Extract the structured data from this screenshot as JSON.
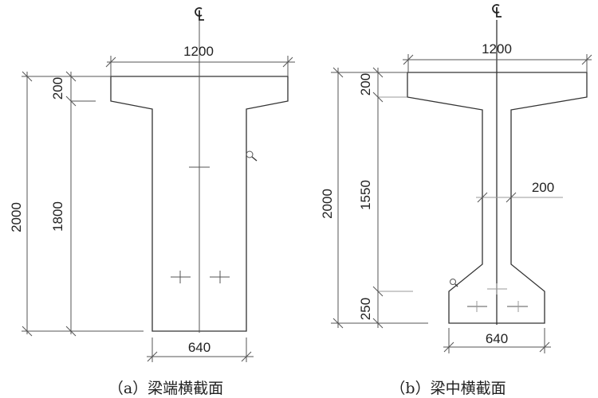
{
  "figure_a": {
    "centerline_symbol": "CL",
    "dim_top_width": "1200",
    "dim_total_height": "2000",
    "dim_flange": "200",
    "dim_web_height": "1800",
    "dim_bottom_width": "640",
    "caption": "（a）梁端横截面"
  },
  "figure_b": {
    "centerline_symbol": "CL",
    "dim_top_width": "1200",
    "dim_total_height": "2000",
    "dim_flange": "200",
    "dim_web_height": "1550",
    "dim_bulb": "250",
    "dim_web_thickness": "200",
    "dim_bottom_width": "640",
    "caption": "（b）梁中横截面"
  }
}
